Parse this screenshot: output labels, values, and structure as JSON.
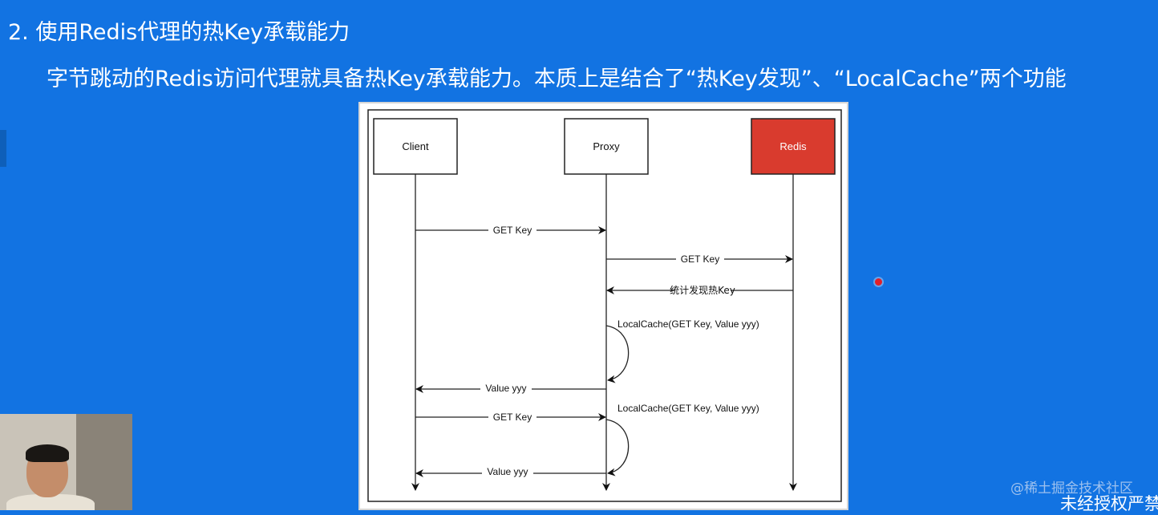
{
  "slide": {
    "heading": "2. 使用Redis代理的热Key承载能力",
    "subtitle": "字节跳动的Redis访问代理就具备热Key承载能力。本质上是结合了“热Key发现”、“LocalCache”两个功能"
  },
  "diagram": {
    "participants": {
      "client": "Client",
      "proxy": "Proxy",
      "redis": "Redis"
    },
    "messages": {
      "m1": "GET Key",
      "m2": "GET Key",
      "m3": "统计发现热Key",
      "m4": "LocalCache(GET Key, Value yyy)",
      "m5": "Value yyy",
      "m6": "LocalCache(GET Key, Value yyy)",
      "m7": "GET Key",
      "m8": "Value yyy"
    },
    "colors": {
      "redis_box": "#d93b2e",
      "line": "#111111"
    }
  },
  "watermarks": {
    "site": "@稀土掘金技术社区",
    "warning": "未经授权严禁"
  }
}
